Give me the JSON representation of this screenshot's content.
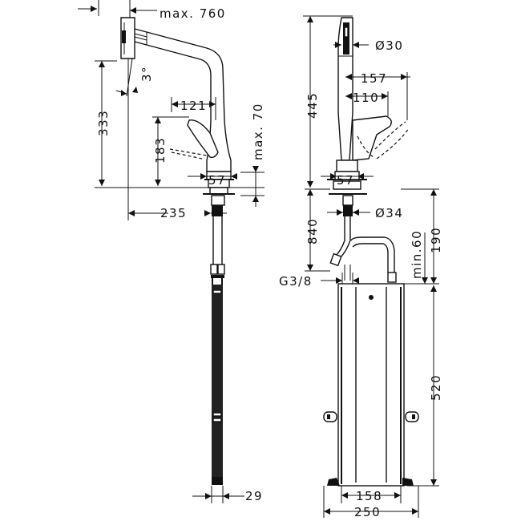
{
  "dimensions": {
    "max_reach": "max. 760",
    "angle": "3°",
    "height_spout": "333",
    "lever_width": "121",
    "lever_drop": "183",
    "base_width_side": "57",
    "max_deck": "max. 70",
    "reach": "235",
    "hose_width": "29",
    "spout_diameter": "Ø30",
    "head_reach": "157",
    "lever_reach_front": "110",
    "total_height": "445",
    "base_width_front": "57",
    "shank_diameter": "Ø34",
    "hose_length": "840",
    "thread": "G3/8",
    "min_clearance": "min.60",
    "under_sink": "190",
    "weight_height": "520",
    "inner_width": "158",
    "outer_width": "250"
  }
}
